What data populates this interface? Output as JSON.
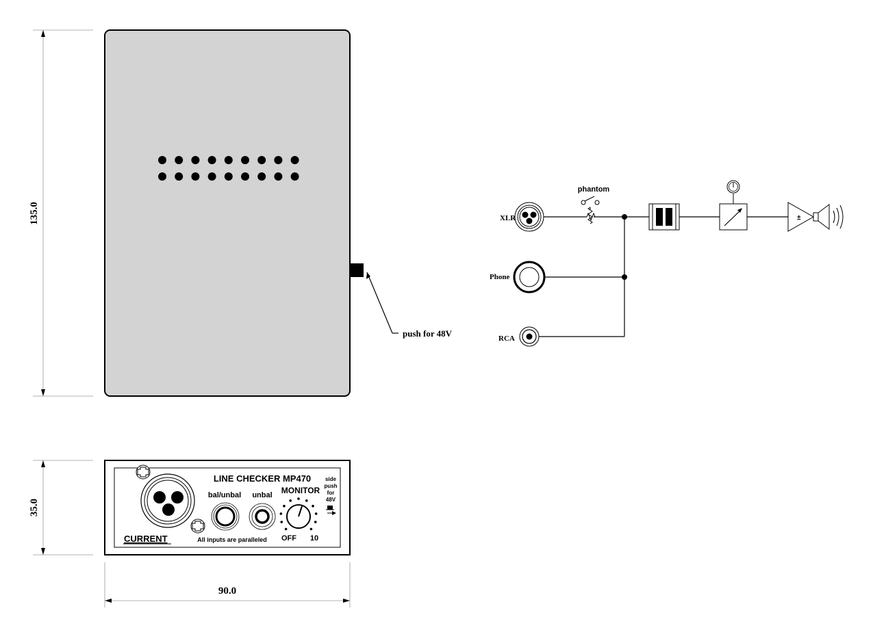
{
  "dimensions": {
    "height_top": "135.0",
    "height_front": "35.0",
    "width": "90.0"
  },
  "top_view": {
    "side_button_label": "push for 48V",
    "panel_color": "#d3d3d3"
  },
  "front_panel": {
    "title": "LINE CHECKER MP470",
    "brand": "CURRENT",
    "jack_bal_label": "bal/unbal",
    "jack_unbal_label": "unbal",
    "monitor_label": "MONITOR",
    "monitor_off_label": "OFF",
    "monitor_max_label": "10",
    "paralleled_note": "All inputs are paralleled",
    "side_note_line1": "side",
    "side_note_line2": "push",
    "side_note_line3": "for",
    "side_note_line4": "48V"
  },
  "schematic": {
    "inputs": [
      "XLR",
      "Phone",
      "RCA"
    ],
    "phantom_label": "phantom",
    "amp_symbol": "±"
  }
}
